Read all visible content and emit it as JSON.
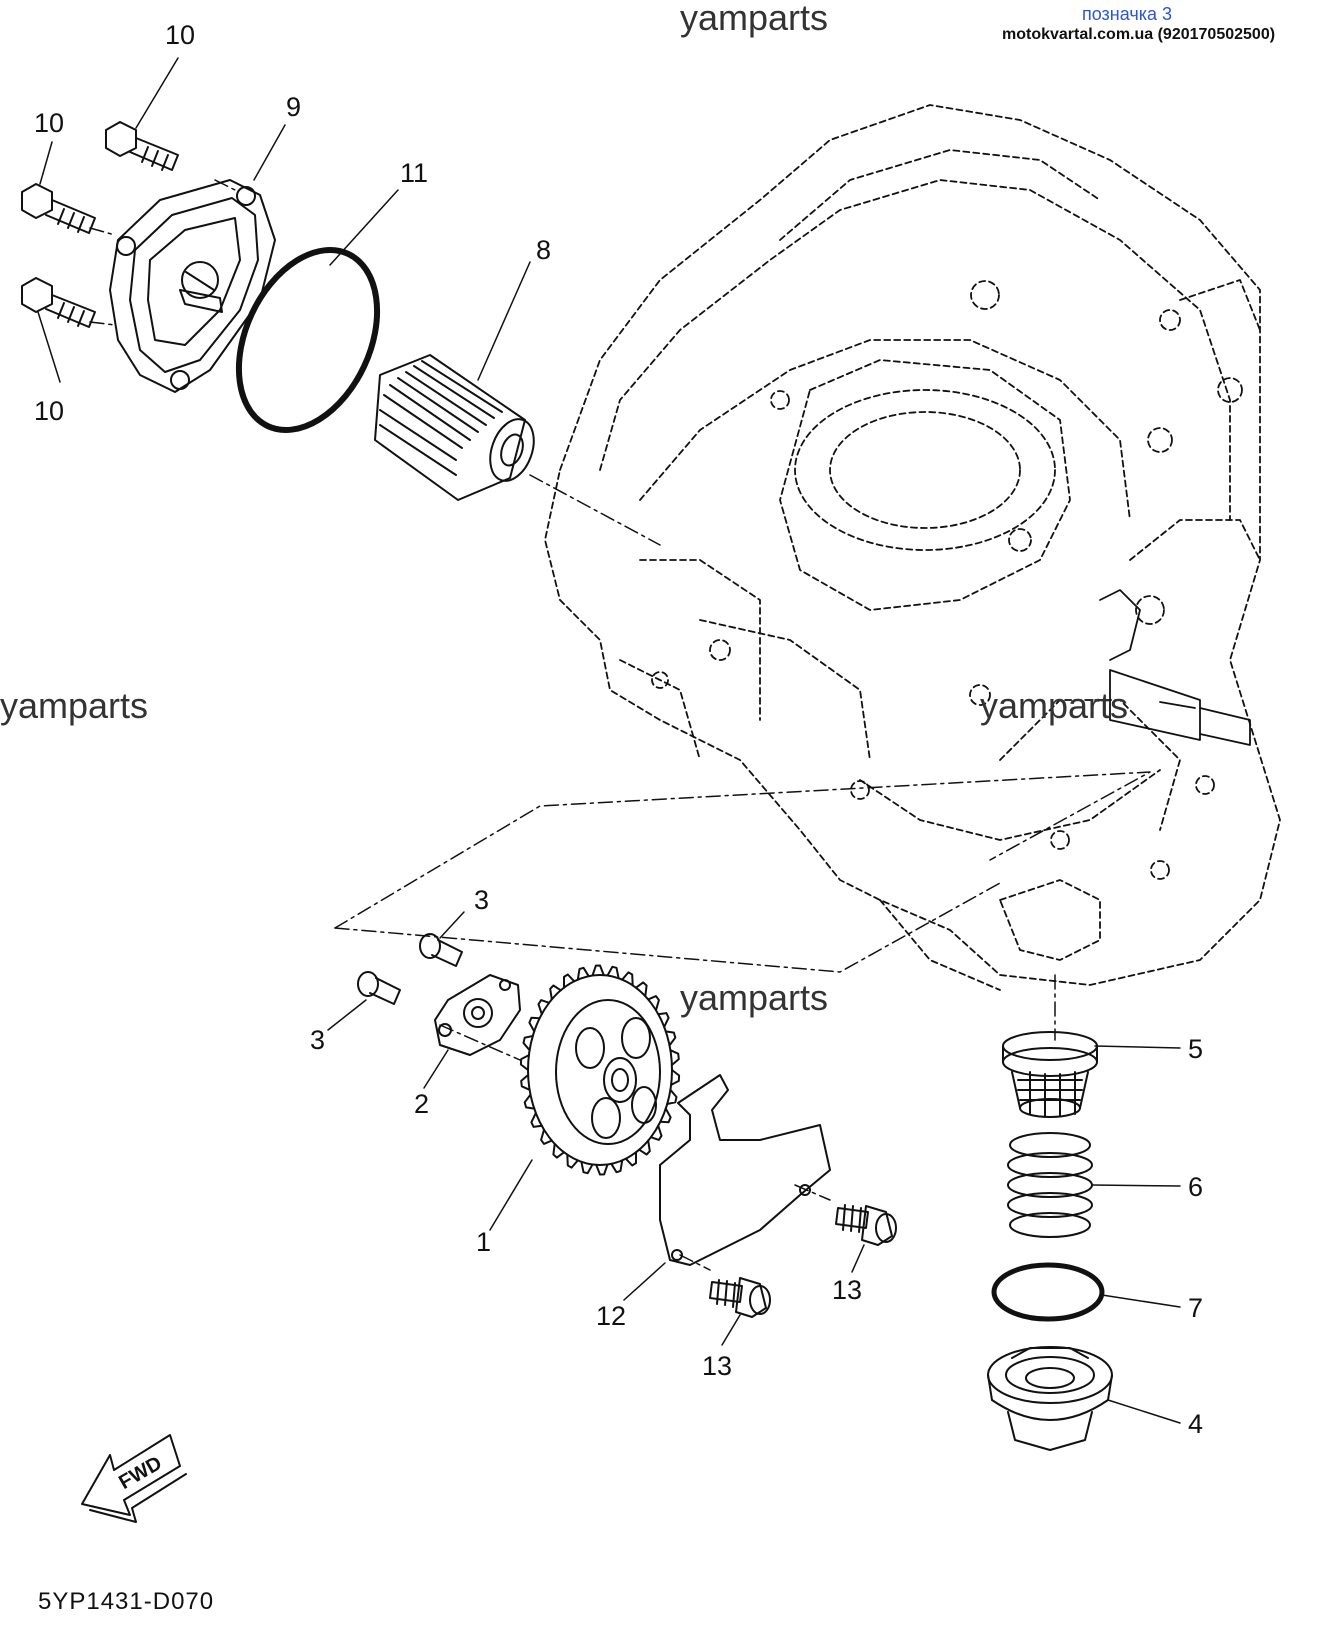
{
  "header": {
    "tag": "позначка 3",
    "site": "motokvartal.com.ua (920170502500)"
  },
  "watermarks": [
    "yamparts",
    "yamparts",
    "yamparts",
    "yamparts"
  ],
  "callouts": {
    "p1": "1",
    "p2": "2",
    "p3a": "3",
    "p3b": "3",
    "p4": "4",
    "p5": "5",
    "p6": "6",
    "p7": "7",
    "p8": "8",
    "p9": "9",
    "p10a": "10",
    "p10b": "10",
    "p10c": "10",
    "p11": "11",
    "p12": "12",
    "p13a": "13",
    "p13b": "13"
  },
  "footer": {
    "diagram_code": "5YP1431-D070",
    "fwd_label": "FWD"
  },
  "colors": {
    "ink": "#111111",
    "tag": "#2a56d6",
    "watermark": "#333333"
  }
}
